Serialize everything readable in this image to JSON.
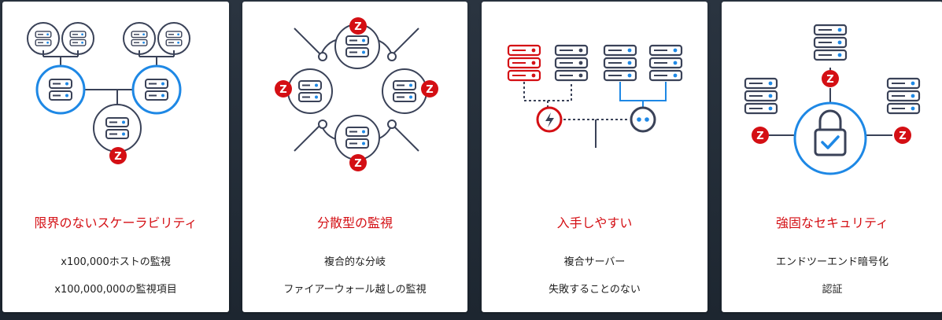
{
  "colors": {
    "accent_red": "#d40f14",
    "accent_blue": "#1e88e5",
    "outline_navy": "#3a4258",
    "card_bg": "#ffffff"
  },
  "features": [
    {
      "icon": "server-cluster-icon",
      "title": "限界のないスケーラビリティ",
      "line1": "x100,000ホストの監視",
      "line2": "x100,000,000の監視項目"
    },
    {
      "icon": "distributed-ring-icon",
      "title": "分散型の監視",
      "line1": "複合的な分岐",
      "line2": "ファイアーウォール越しの監視"
    },
    {
      "icon": "server-connection-icon",
      "title": "入手しやすい",
      "line1": "複合サーバー",
      "line2": "失敗することのない"
    },
    {
      "icon": "lock-security-icon",
      "title": "強固なセキュリティ",
      "line1": "エンドツーエンド暗号化",
      "line2": "認証"
    }
  ]
}
